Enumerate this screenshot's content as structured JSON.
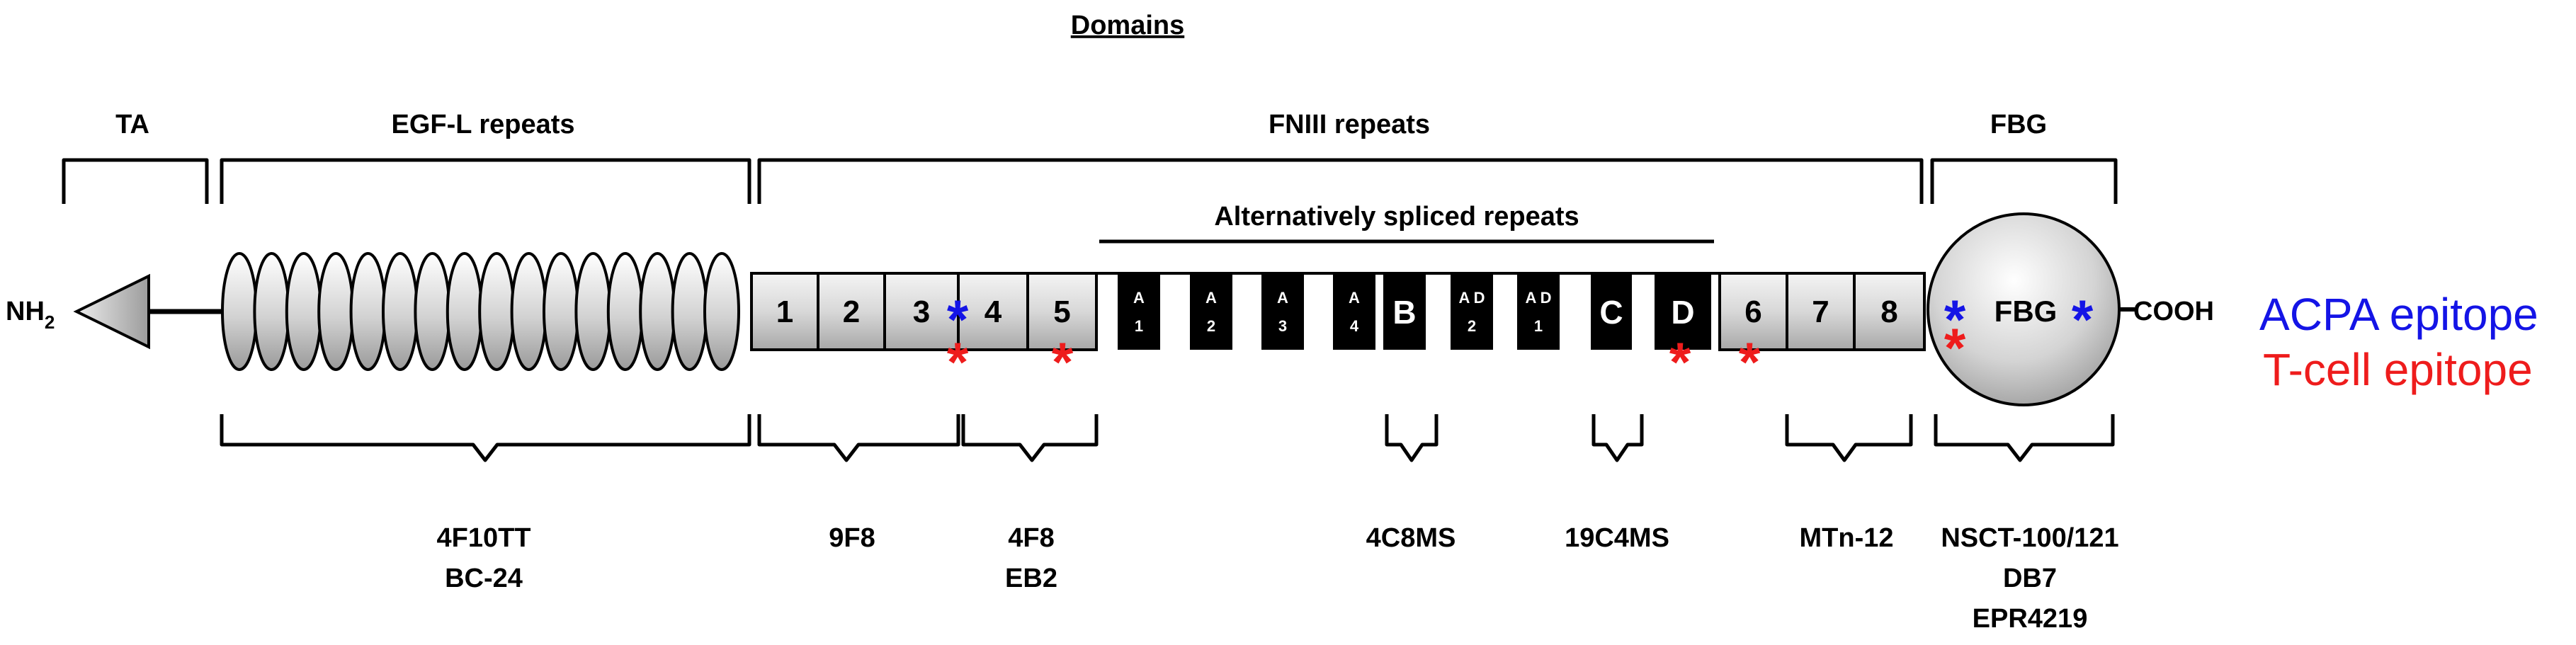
{
  "title": "Domains",
  "domain_labels": {
    "ta": "TA",
    "egf": "EGF-L repeats",
    "fniii": "FNIII repeats",
    "fbg": "FBG",
    "alt_spliced": "Alternatively spliced repeats"
  },
  "termini": {
    "n_main": "NH",
    "n_sub": "2",
    "c": "COOH"
  },
  "fn_repeats_left": [
    "1",
    "2",
    "3",
    "4",
    "5"
  ],
  "alt_repeats": [
    {
      "l1": "A",
      "l2": "1",
      "style": "small"
    },
    {
      "l1": "A",
      "l2": "2",
      "style": "small"
    },
    {
      "l1": "A",
      "l2": "3",
      "style": "small"
    },
    {
      "l1": "A",
      "l2": "4",
      "style": "small"
    },
    {
      "l1": "B",
      "l2": "",
      "style": "big"
    },
    {
      "l1": "A D",
      "l2": "2",
      "style": "small"
    },
    {
      "l1": "A D",
      "l2": "1",
      "style": "small"
    },
    {
      "l1": "C",
      "l2": "",
      "style": "big"
    },
    {
      "l1": "D",
      "l2": "",
      "style": "big"
    }
  ],
  "fn_repeats_right": [
    "6",
    "7",
    "8"
  ],
  "fbg_label": "FBG",
  "antibodies": {
    "egf": [
      "4F10TT",
      "BC-24"
    ],
    "r1_3": [
      "9F8"
    ],
    "r4_5": [
      "4F8",
      "EB2"
    ],
    "b": [
      "4C8MS"
    ],
    "c": [
      "19C4MS"
    ],
    "r6_8": [
      "MTn-12"
    ],
    "fbg": [
      "NSCT-100/121",
      "DB7",
      "EPR4219"
    ]
  },
  "legend": {
    "acpa": "ACPA epitope",
    "tcell": "T-cell epitope"
  },
  "colors": {
    "acpa": "#1414e6",
    "tcell": "#ee1c1c",
    "alt_fill": "#000000",
    "outline": "#000000"
  }
}
